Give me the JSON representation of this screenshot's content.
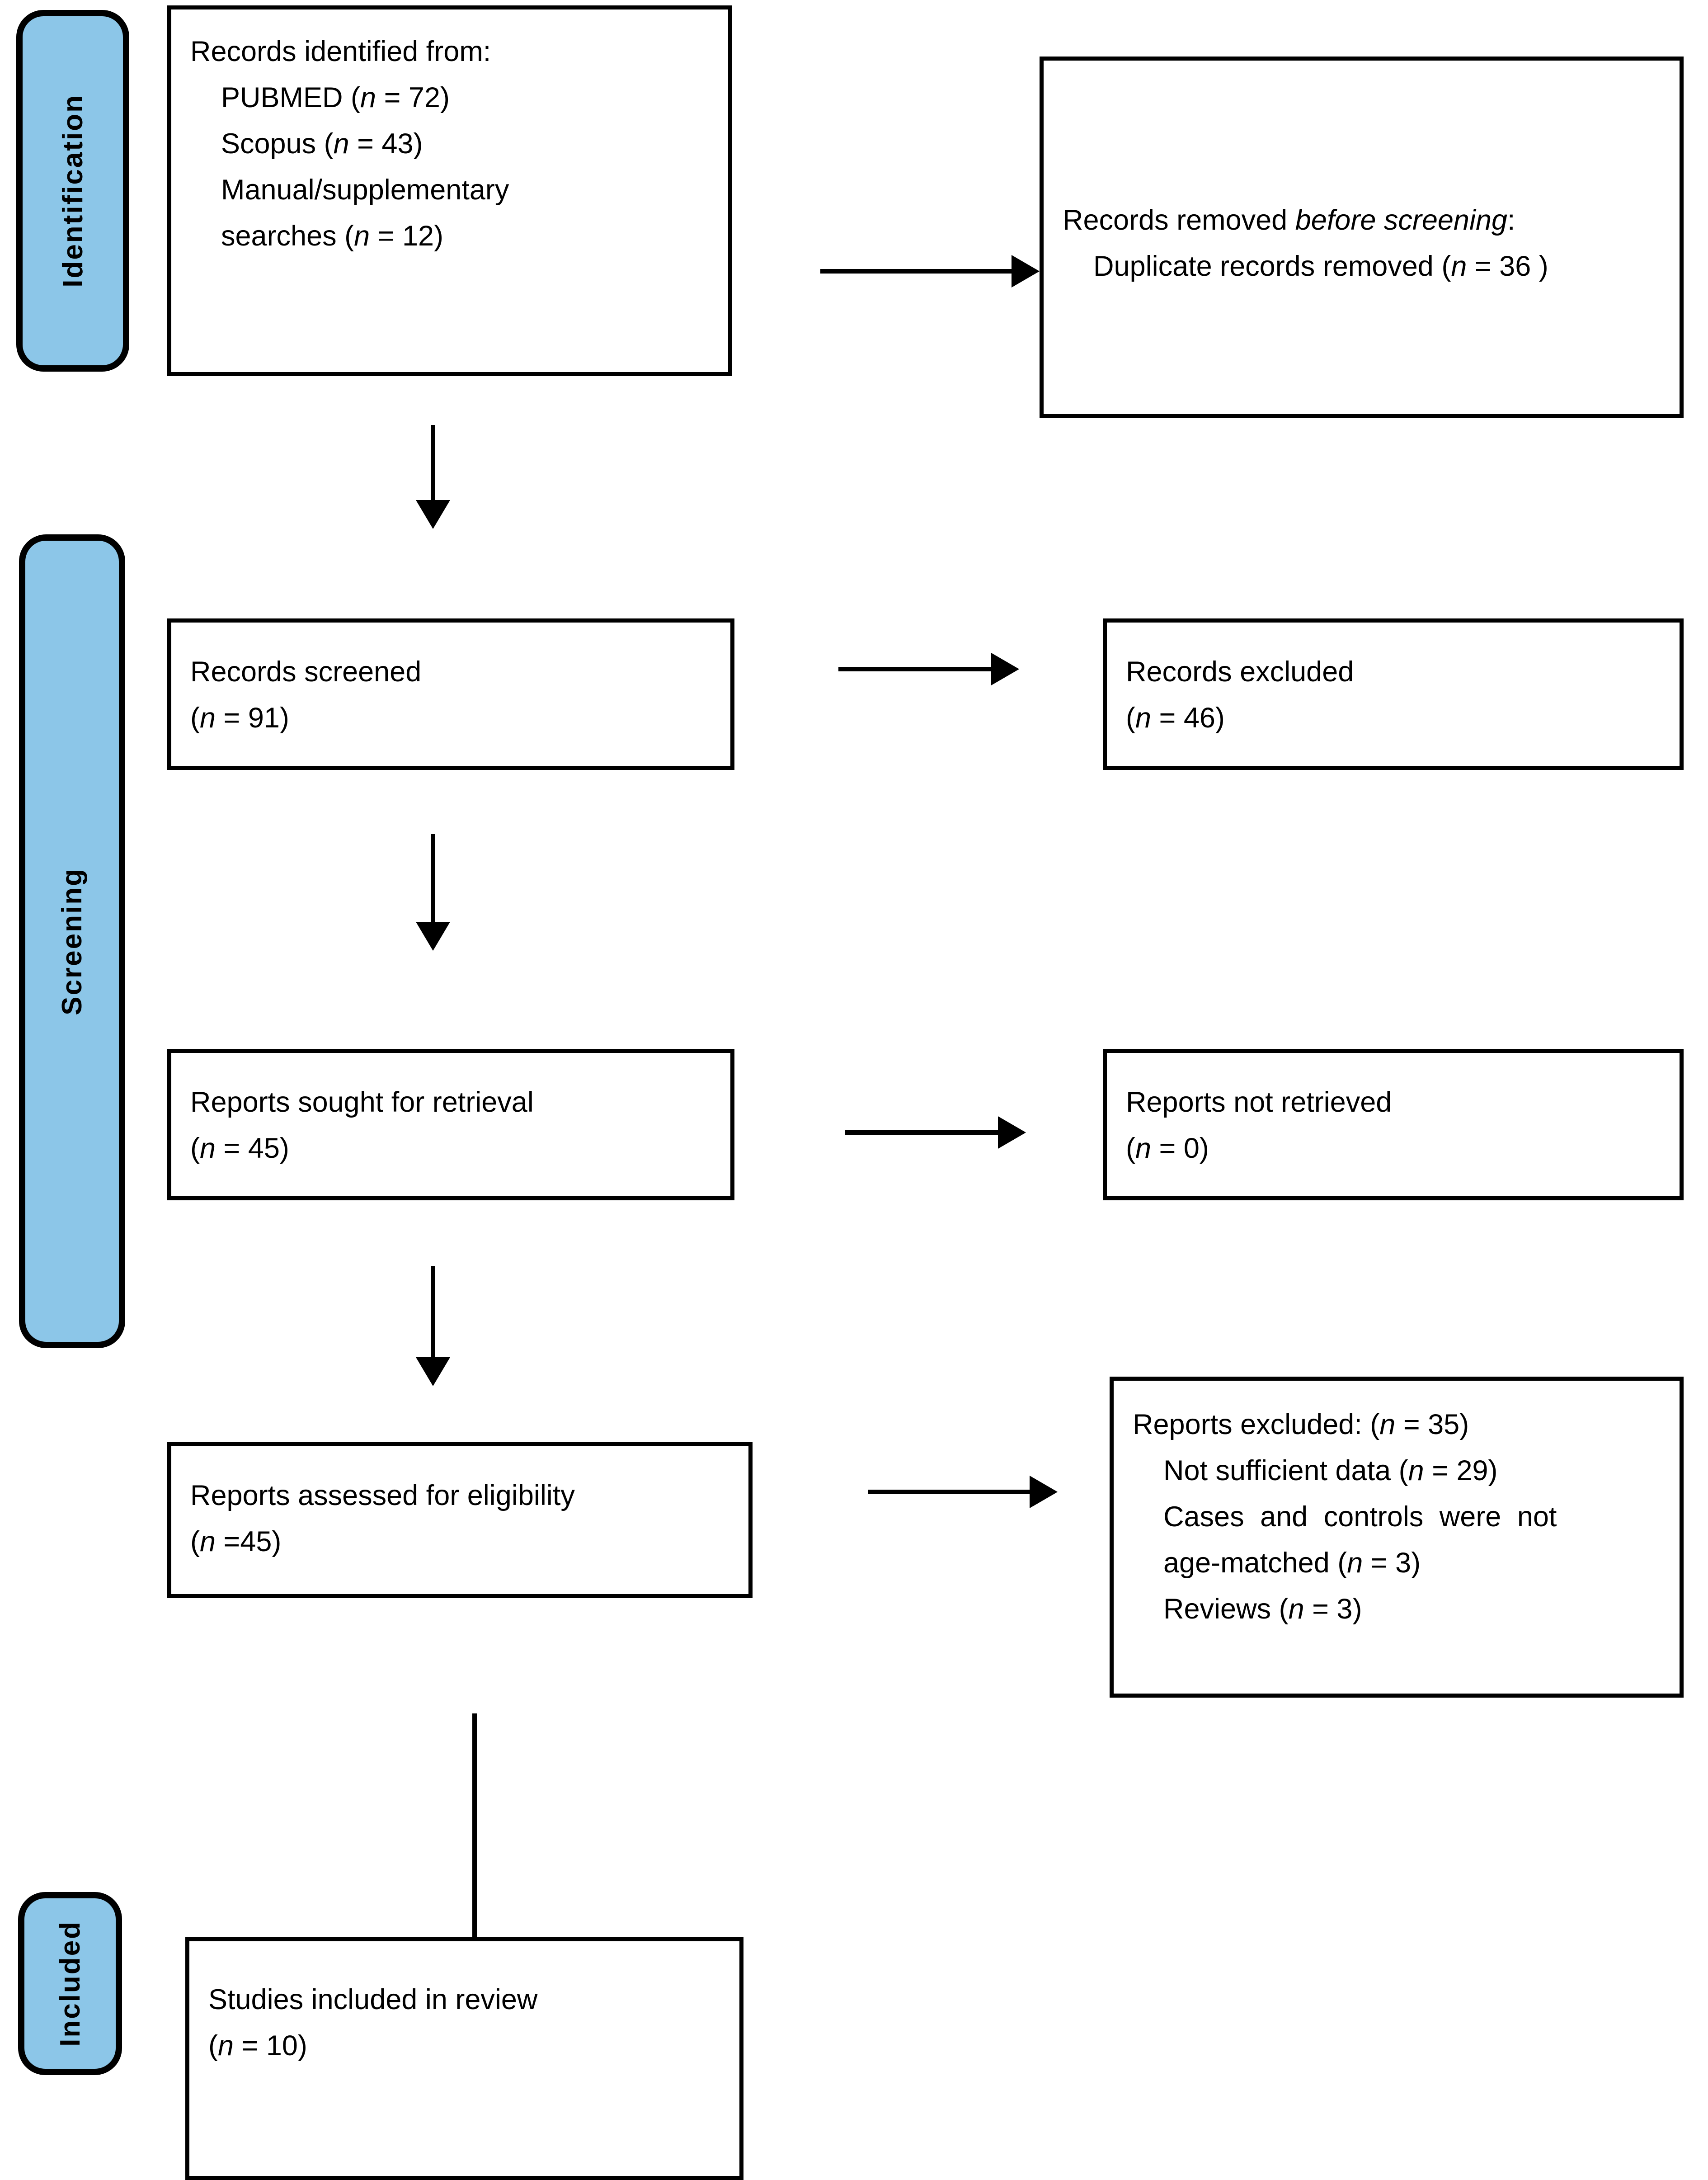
{
  "diagram": {
    "type": "prisma-flow-diagram",
    "accent_color": "#8CC6E8",
    "border_color": "#000000",
    "background_color": "#FFFFFF"
  },
  "stages": [
    {
      "id": "identification",
      "label": "Identification"
    },
    {
      "id": "screening",
      "label": "Screening"
    },
    {
      "id": "included",
      "label": "Included"
    }
  ],
  "boxes": {
    "records_identified": {
      "lines": [
        "Records identified from:",
        "PUBMED (n = 72)",
        "Scopus (n = 43)",
        "Manual/supplementary",
        "searches (n = 12)"
      ],
      "line0": "Records identified from:",
      "line1_text": "PUBMED (",
      "line1_n": "n",
      "line1_tail": " = 72)",
      "line2_text": "Scopus (",
      "line2_n": "n",
      "line2_tail": " = 43)",
      "line3": "Manual/supplementary",
      "line4_text": "searches (",
      "line4_n": "n",
      "line4_tail": " = 12)"
    },
    "records_removed": {
      "line0_lead": "Records removed ",
      "line0_em": "before screening",
      "line0_tail": ":",
      "line1_text": "Duplicate records removed (",
      "line1_n": "n",
      "line1_tail": " = 36 )"
    },
    "records_screened": {
      "title": "Records screened",
      "count_open": "(",
      "count_n": "n",
      "count_tail": " = 91)"
    },
    "records_excluded": {
      "title": "Records excluded",
      "count_open": "(",
      "count_n": "n",
      "count_tail": " = 46)"
    },
    "reports_sought": {
      "title": "Reports sought for retrieval",
      "count_open": "(",
      "count_n": "n",
      "count_tail": " = 45)"
    },
    "reports_not_retrieved": {
      "title": "Reports not retrieved",
      "count_open": "(",
      "count_n": "n",
      "count_tail": " = 0)"
    },
    "reports_assessed": {
      "title": "Reports assessed for eligibility",
      "count_open": "(",
      "count_n": "n",
      "count_tail": " =45)"
    },
    "reports_excluded": {
      "line0_lead": "Reports excluded: (",
      "line0_n": "n",
      "line0_tail": " = 35)",
      "line1_lead": "Not sufficient data (",
      "line1_n": "n",
      "line1_tail": " = 29)",
      "line2_lead": "Cases and controls were not",
      "line3_lead": "age-matched (",
      "line3_n": "n",
      "line3_tail": " = 3)",
      "line4_lead": "Reviews (",
      "line4_n": "n",
      "line4_tail": " = 3)"
    },
    "studies_included": {
      "title": "Studies included in review",
      "count_open": "(",
      "count_n": "n",
      "count_tail": " = 10)"
    }
  },
  "arrows": [
    {
      "id": "identified-to-removed",
      "direction": "right"
    },
    {
      "id": "identified-to-screened",
      "direction": "down"
    },
    {
      "id": "screened-to-excluded",
      "direction": "right"
    },
    {
      "id": "screened-to-sought",
      "direction": "down"
    },
    {
      "id": "sought-to-not-retrieved",
      "direction": "right"
    },
    {
      "id": "sought-to-assessed",
      "direction": "down"
    },
    {
      "id": "assessed-to-excluded",
      "direction": "right"
    },
    {
      "id": "assessed-to-included",
      "direction": "down"
    }
  ]
}
